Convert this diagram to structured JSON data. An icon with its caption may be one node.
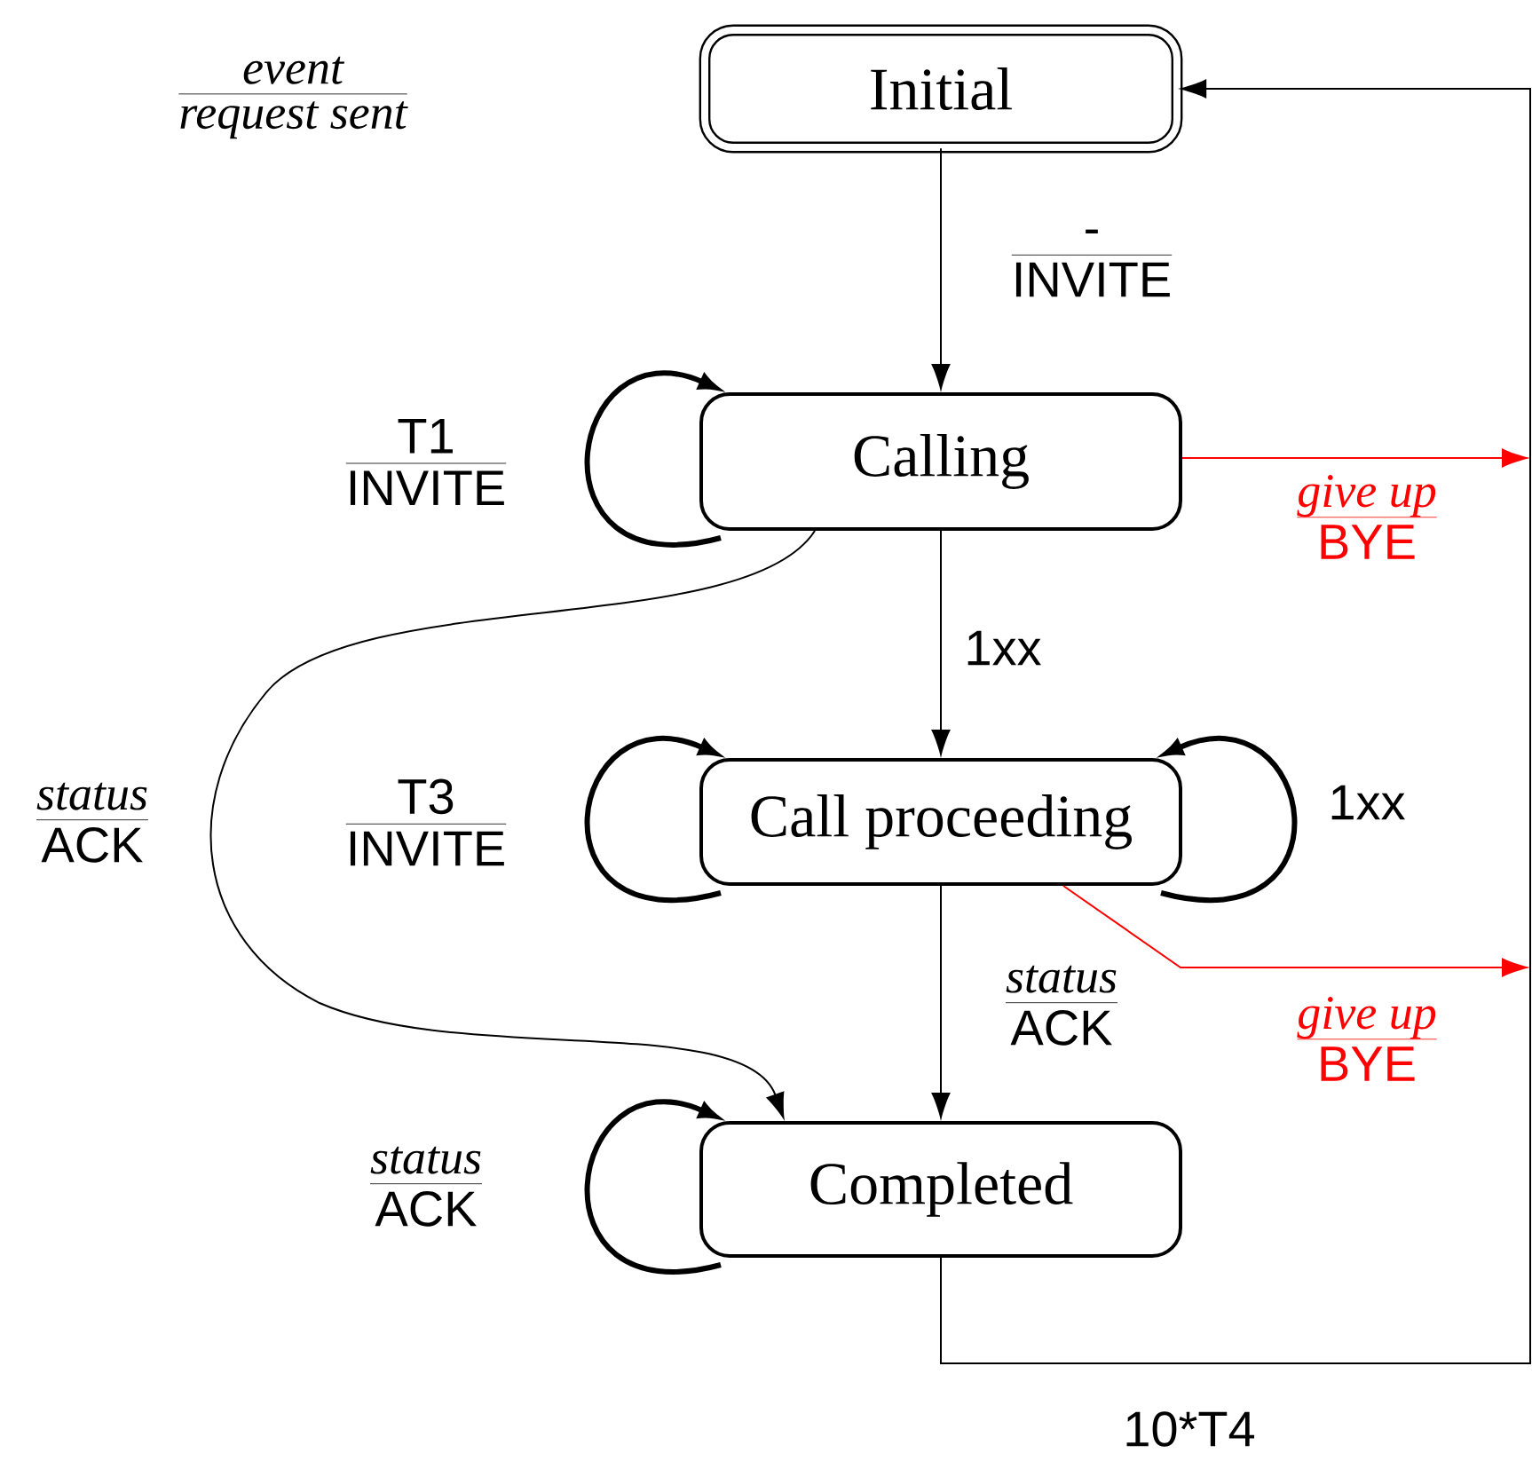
{
  "diagram": {
    "nodes": [
      {
        "text": [
          "Initial"
        ]
      },
      {
        "text": [
          "Calling"
        ]
      },
      {
        "text": [
          "Call proceeding"
        ]
      },
      {
        "text": [
          "Completed"
        ]
      }
    ],
    "edges": [
      {
        "from": 0,
        "to": 1,
        "arrow": "to",
        "label": [
          "-",
          "INVITE"
        ]
      },
      {
        "from": 1,
        "to": 1,
        "arrow": "to",
        "style": "thick",
        "label": [
          "T1",
          "INVITE"
        ]
      },
      {
        "from": 1,
        "to": null,
        "arrow": "to",
        "color": "#ff0000",
        "label": [
          "give up",
          "BYE"
        ]
      },
      {
        "from": 1,
        "to": 2,
        "arrow": "to",
        "label": "1xx"
      },
      {
        "from": 1,
        "to": 3,
        "arrow": "to",
        "label": [
          "status",
          "ACK"
        ]
      },
      {
        "from": 2,
        "to": 2,
        "arrow": "to",
        "style": "thick",
        "label": [
          "T3",
          "INVITE"
        ]
      },
      {
        "from": 2,
        "to": 2,
        "arrow": "to",
        "style": "thick",
        "label": "1xx"
      },
      {
        "from": 2,
        "to": null,
        "arrow": "to",
        "color": "#ff0000",
        "label": [
          "give up",
          "BYE"
        ]
      },
      {
        "from": 2,
        "to": 3,
        "arrow": "to",
        "label": [
          "status",
          "ACK"
        ]
      },
      {
        "from": 3,
        "to": 3,
        "arrow": "to",
        "style": "thick",
        "label": [
          "status",
          "ACK"
        ]
      },
      {
        "from": 3,
        "to": 0,
        "arrow": "to",
        "label": "10*T4"
      }
    ],
    "labels": [
      "event",
      "request sent"
    ]
  }
}
